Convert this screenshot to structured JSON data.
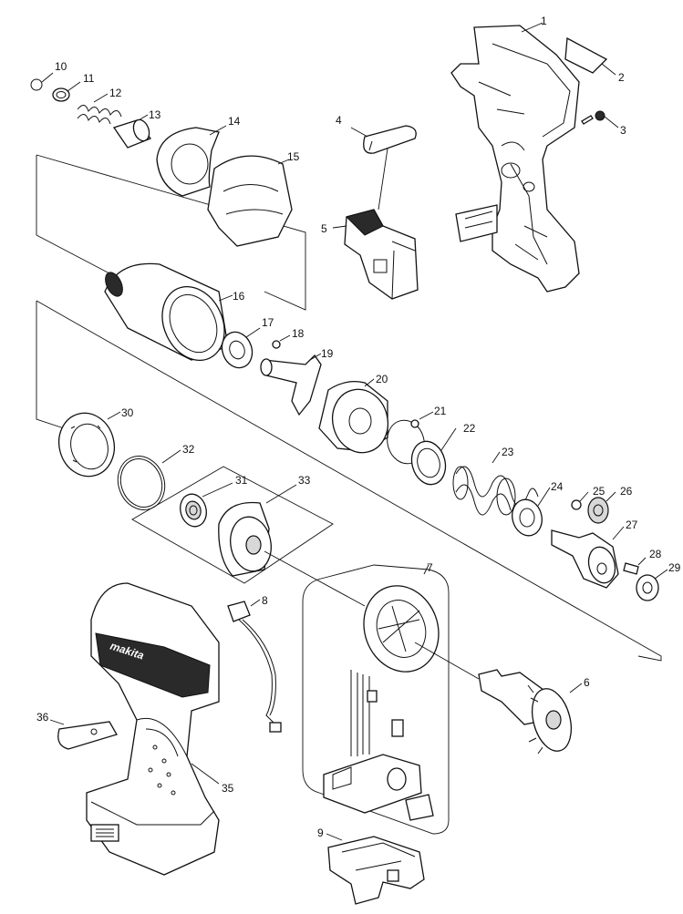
{
  "brand": "makita",
  "callouts": [
    {
      "id": "1",
      "label": "1"
    },
    {
      "id": "2",
      "label": "2"
    },
    {
      "id": "3",
      "label": "3"
    },
    {
      "id": "4",
      "label": "4"
    },
    {
      "id": "5",
      "label": "5"
    },
    {
      "id": "6",
      "label": "6"
    },
    {
      "id": "7",
      "label": "7"
    },
    {
      "id": "8",
      "label": "8"
    },
    {
      "id": "9",
      "label": "9"
    },
    {
      "id": "10",
      "label": "10"
    },
    {
      "id": "11",
      "label": "11"
    },
    {
      "id": "12",
      "label": "12"
    },
    {
      "id": "13",
      "label": "13"
    },
    {
      "id": "14",
      "label": "14"
    },
    {
      "id": "15",
      "label": "15"
    },
    {
      "id": "16",
      "label": "16"
    },
    {
      "id": "17",
      "label": "17"
    },
    {
      "id": "18",
      "label": "18"
    },
    {
      "id": "19",
      "label": "19"
    },
    {
      "id": "20",
      "label": "20"
    },
    {
      "id": "21",
      "label": "21"
    },
    {
      "id": "22",
      "label": "22"
    },
    {
      "id": "23",
      "label": "23"
    },
    {
      "id": "24",
      "label": "24"
    },
    {
      "id": "25",
      "label": "25"
    },
    {
      "id": "26",
      "label": "26"
    },
    {
      "id": "27",
      "label": "27"
    },
    {
      "id": "28",
      "label": "28"
    },
    {
      "id": "29",
      "label": "29"
    },
    {
      "id": "30",
      "label": "30"
    },
    {
      "id": "31",
      "label": "31"
    },
    {
      "id": "32",
      "label": "32"
    },
    {
      "id": "33",
      "label": "33"
    },
    {
      "id": "35",
      "label": "35"
    },
    {
      "id": "36",
      "label": "36"
    }
  ]
}
